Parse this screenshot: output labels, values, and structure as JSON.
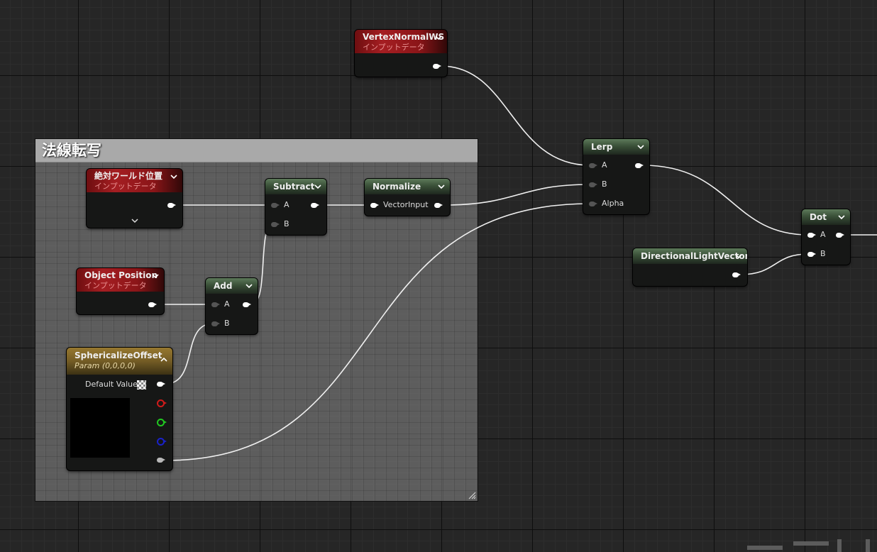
{
  "comment": {
    "title": "法線転写"
  },
  "nodes": {
    "vertex_normal": {
      "title": "VertexNormalWS",
      "subtitle": "インプットデータ"
    },
    "world_position": {
      "title": "絶対ワールド位置",
      "subtitle": "インプットデータ"
    },
    "object_position": {
      "title": "Object Position",
      "subtitle": "インプットデータ"
    },
    "subtract": {
      "title": "Subtract",
      "pin_a": "A",
      "pin_b": "B"
    },
    "normalize": {
      "title": "Normalize",
      "pin_in": "VectorInput"
    },
    "add": {
      "title": "Add",
      "pin_a": "A",
      "pin_b": "B"
    },
    "sphericalize": {
      "title": "SphericalizeOffset",
      "subtitle": "Param (0,0,0,0)",
      "default_label": "Default Value"
    },
    "lerp": {
      "title": "Lerp",
      "pin_a": "A",
      "pin_b": "B",
      "pin_alpha": "Alpha"
    },
    "directional_light": {
      "title": "DirectionalLightVector"
    },
    "dot": {
      "title": "Dot",
      "pin_a": "A",
      "pin_b": "B"
    }
  },
  "colors": {
    "graph_bg": "#262626",
    "wire": "#ffffff",
    "input_node_header": "#a51e22",
    "function_node_header": "#4a6347",
    "param_node_header": "#8a6c2b",
    "channel_r": "#d01b1b",
    "channel_g": "#21c821",
    "channel_b": "#1a22c9"
  }
}
